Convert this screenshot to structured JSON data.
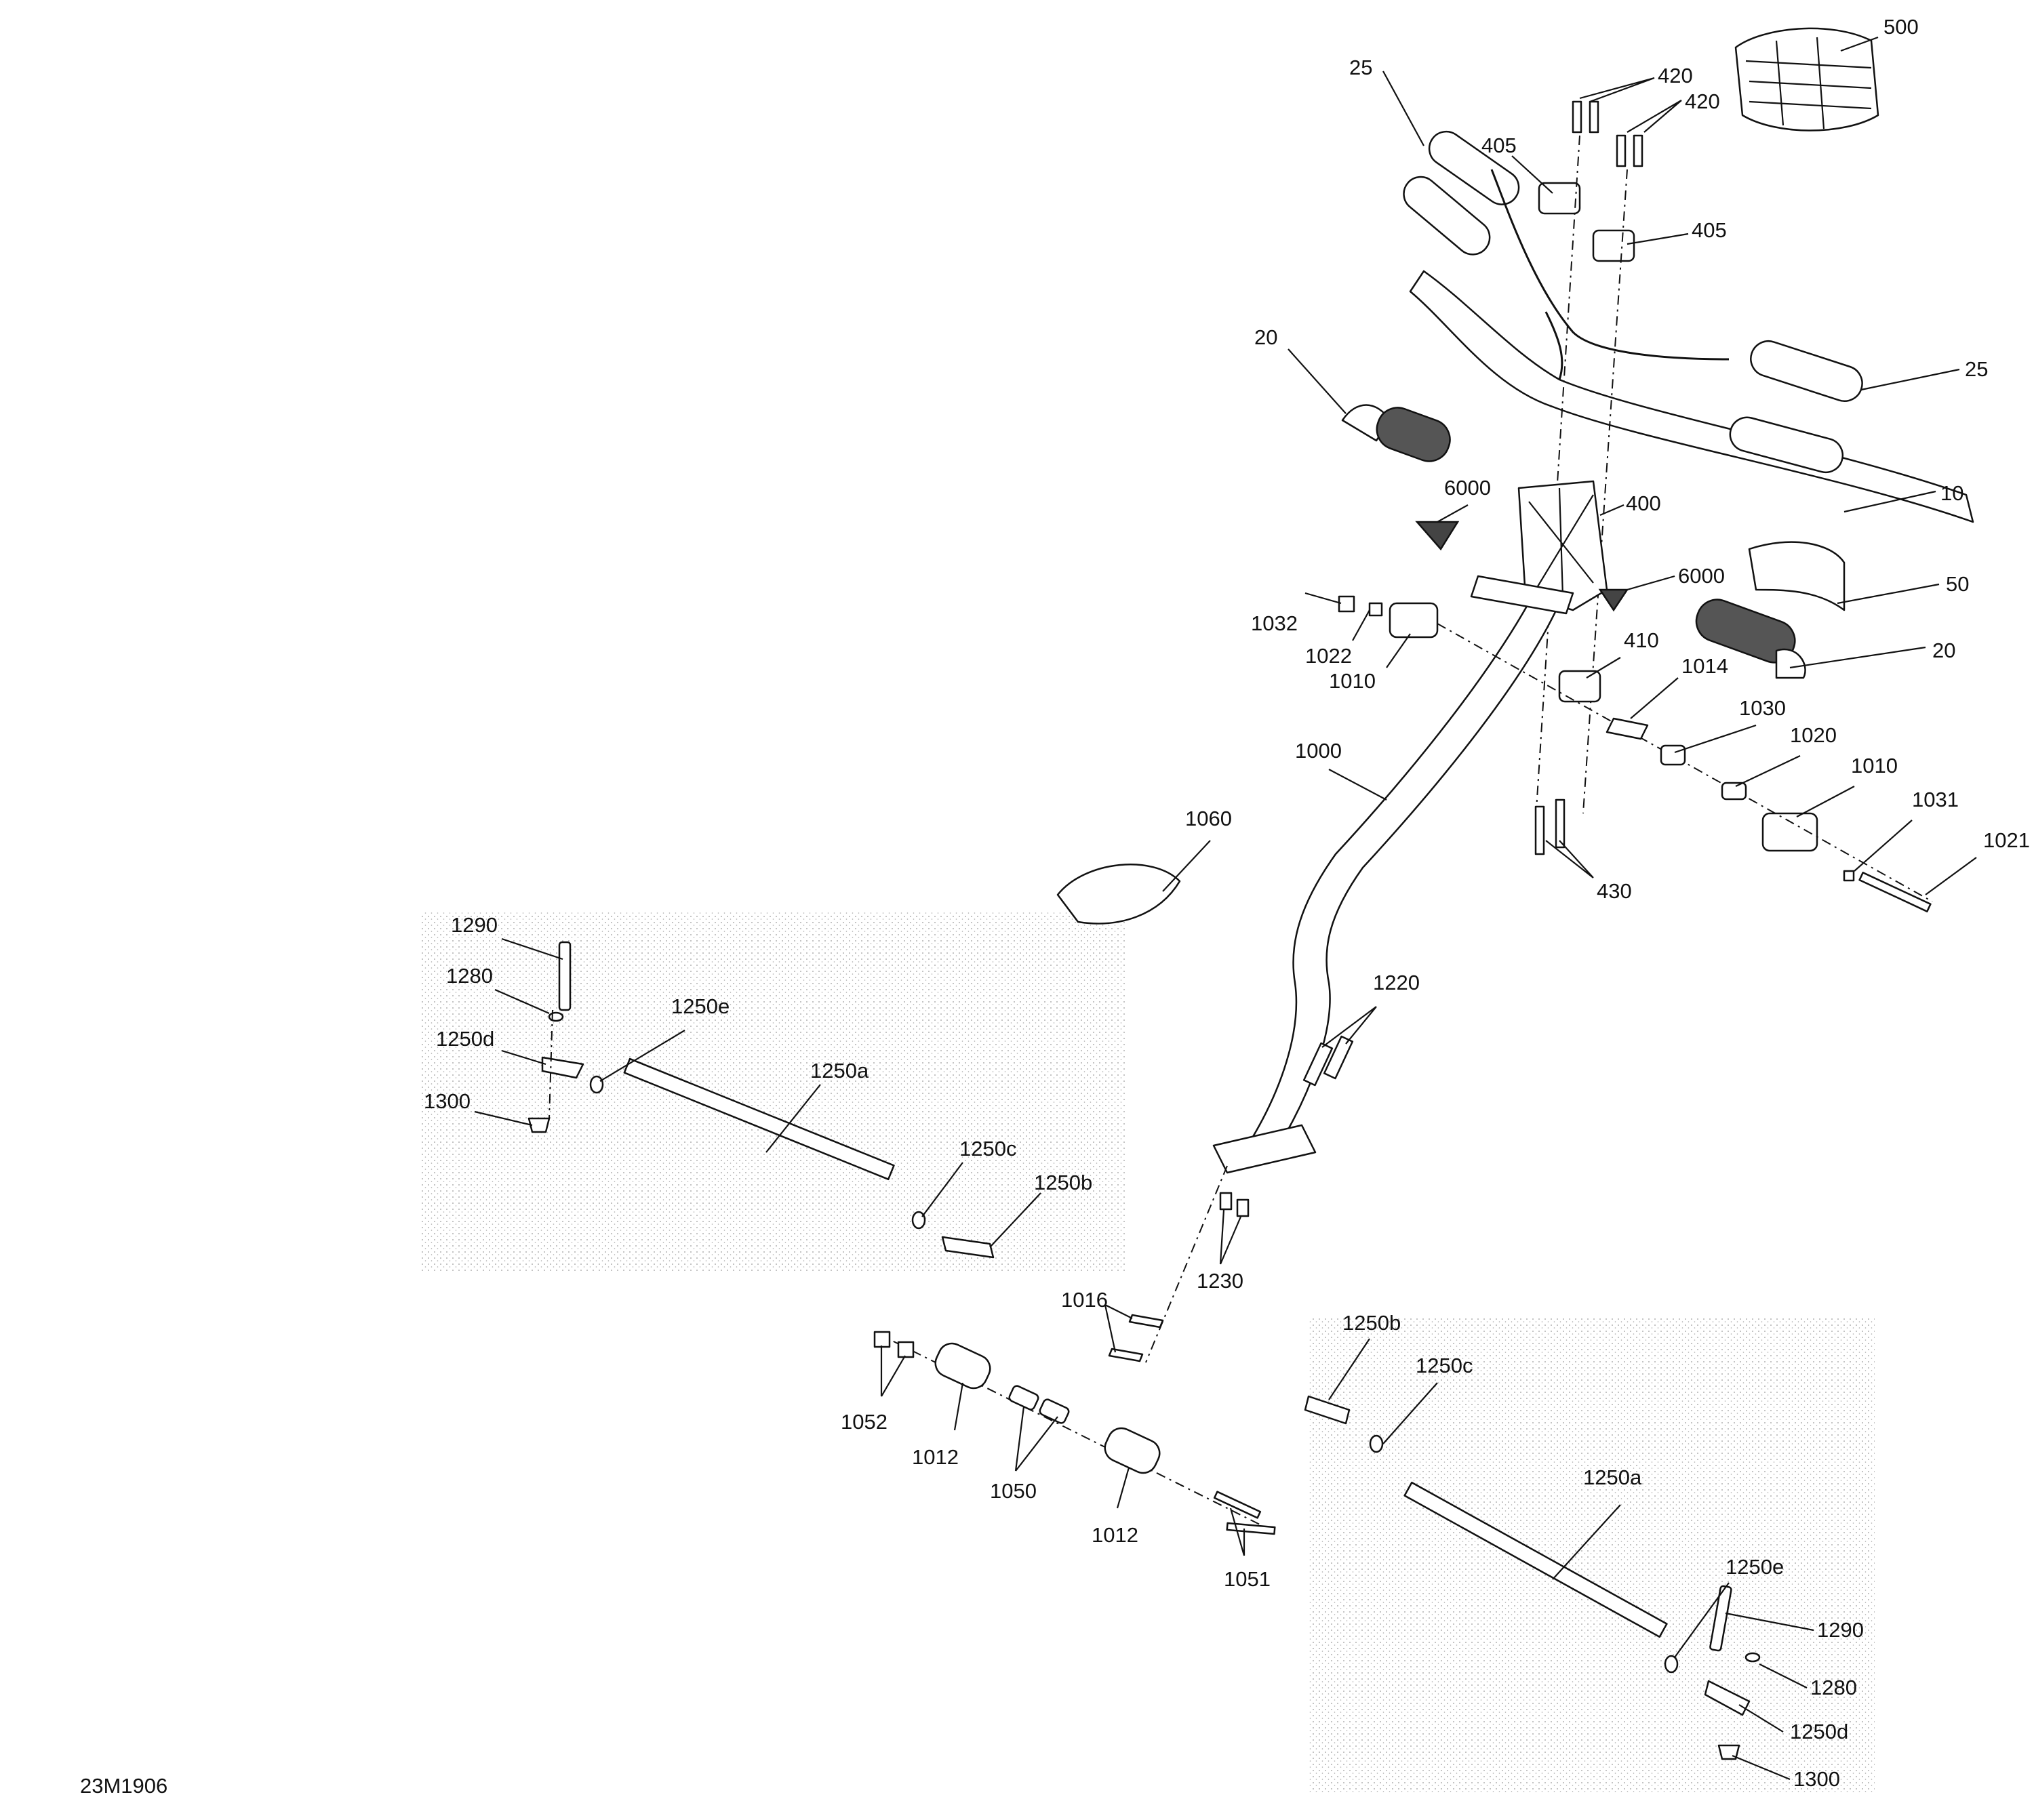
{
  "diagram_id": "23M1906",
  "callouts": {
    "c500": "500",
    "c420a": "420",
    "c420b": "420",
    "c25a": "25",
    "c405a": "405",
    "c405b": "405",
    "c25b": "25",
    "c20a": "20",
    "c10": "10",
    "c6000a": "6000",
    "c400": "400",
    "c6000b": "6000",
    "c50": "50",
    "c1032": "1032",
    "c1022": "1022",
    "c1010a": "1010",
    "c410": "410",
    "c1014": "1014",
    "c20b": "20",
    "c1030": "1030",
    "c1020": "1020",
    "c1010b": "1010",
    "c1031": "1031",
    "c1021": "1021",
    "c1000": "1000",
    "c430": "430",
    "c1060": "1060",
    "c1290a": "1290",
    "c1280a": "1280",
    "c1250da": "1250d",
    "c1250ea": "1250e",
    "c1250aa": "1250a",
    "c1300a": "1300",
    "c1250ca": "1250c",
    "c1250ba": "1250b",
    "c1220": "1220",
    "c1230": "1230",
    "c1016": "1016",
    "c1052": "1052",
    "c1012a": "1012",
    "c1050": "1050",
    "c1012b": "1012",
    "c1051": "1051",
    "c1250bb": "1250b",
    "c1250cb": "1250c",
    "c1250ab": "1250a",
    "c1250eb": "1250e",
    "c1290b": "1290",
    "c1280b": "1280",
    "c1250db": "1250d",
    "c1300b": "1300"
  }
}
